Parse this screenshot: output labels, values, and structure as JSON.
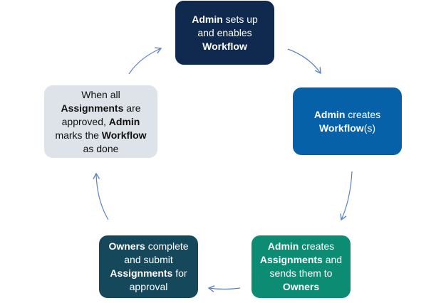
{
  "diagram": {
    "arrow_color": "#5b84c4",
    "nodes": [
      {
        "id": "n1",
        "name": "node-admin-setup-workflow",
        "bg": "#0f2a4e",
        "fg": "#ffffff",
        "lines": [
          [
            {
              "t": "Admin",
              "b": true
            },
            {
              "t": " sets up",
              "b": false
            }
          ],
          [
            {
              "t": "and enables",
              "b": false
            }
          ],
          [
            {
              "t": "Workflow",
              "b": true
            }
          ]
        ]
      },
      {
        "id": "n2",
        "name": "node-admin-creates-workflows",
        "bg": "#0761a8",
        "fg": "#ffffff",
        "lines": [
          [
            {
              "t": "Admin",
              "b": true
            },
            {
              "t": " creates",
              "b": false
            }
          ],
          [
            {
              "t": "Workflow",
              "b": true
            },
            {
              "t": "(s)",
              "b": false
            }
          ]
        ]
      },
      {
        "id": "n3",
        "name": "node-admin-creates-assignments",
        "bg": "#0b8c73",
        "fg": "#ffffff",
        "lines": [
          [
            {
              "t": "Admin",
              "b": true
            },
            {
              "t": " creates",
              "b": false
            }
          ],
          [
            {
              "t": "Assignments",
              "b": true
            },
            {
              "t": " and",
              "b": false
            }
          ],
          [
            {
              "t": "sends them to",
              "b": false
            }
          ],
          [
            {
              "t": "Owners",
              "b": true
            }
          ]
        ]
      },
      {
        "id": "n4",
        "name": "node-owners-complete-assignments",
        "bg": "#16485c",
        "fg": "#ffffff",
        "lines": [
          [
            {
              "t": "Owners",
              "b": true
            },
            {
              "t": " complete",
              "b": false
            }
          ],
          [
            {
              "t": "and submit",
              "b": false
            }
          ],
          [
            {
              "t": "Assignments",
              "b": true
            },
            {
              "t": " for",
              "b": false
            }
          ],
          [
            {
              "t": "approval",
              "b": false
            }
          ]
        ]
      },
      {
        "id": "n5",
        "name": "node-admin-marks-workflow-done",
        "bg": "#dde3e9",
        "fg": "#111111",
        "lines": [
          [
            {
              "t": "When all",
              "b": false
            }
          ],
          [
            {
              "t": "Assignments",
              "b": true
            },
            {
              "t": " are",
              "b": false
            }
          ],
          [
            {
              "t": "approved, ",
              "b": false
            },
            {
              "t": "Admin",
              "b": true
            }
          ],
          [
            {
              "t": "marks the ",
              "b": false
            },
            {
              "t": "Workflow",
              "b": true
            }
          ],
          [
            {
              "t": "as done",
              "b": false
            }
          ]
        ]
      }
    ]
  }
}
